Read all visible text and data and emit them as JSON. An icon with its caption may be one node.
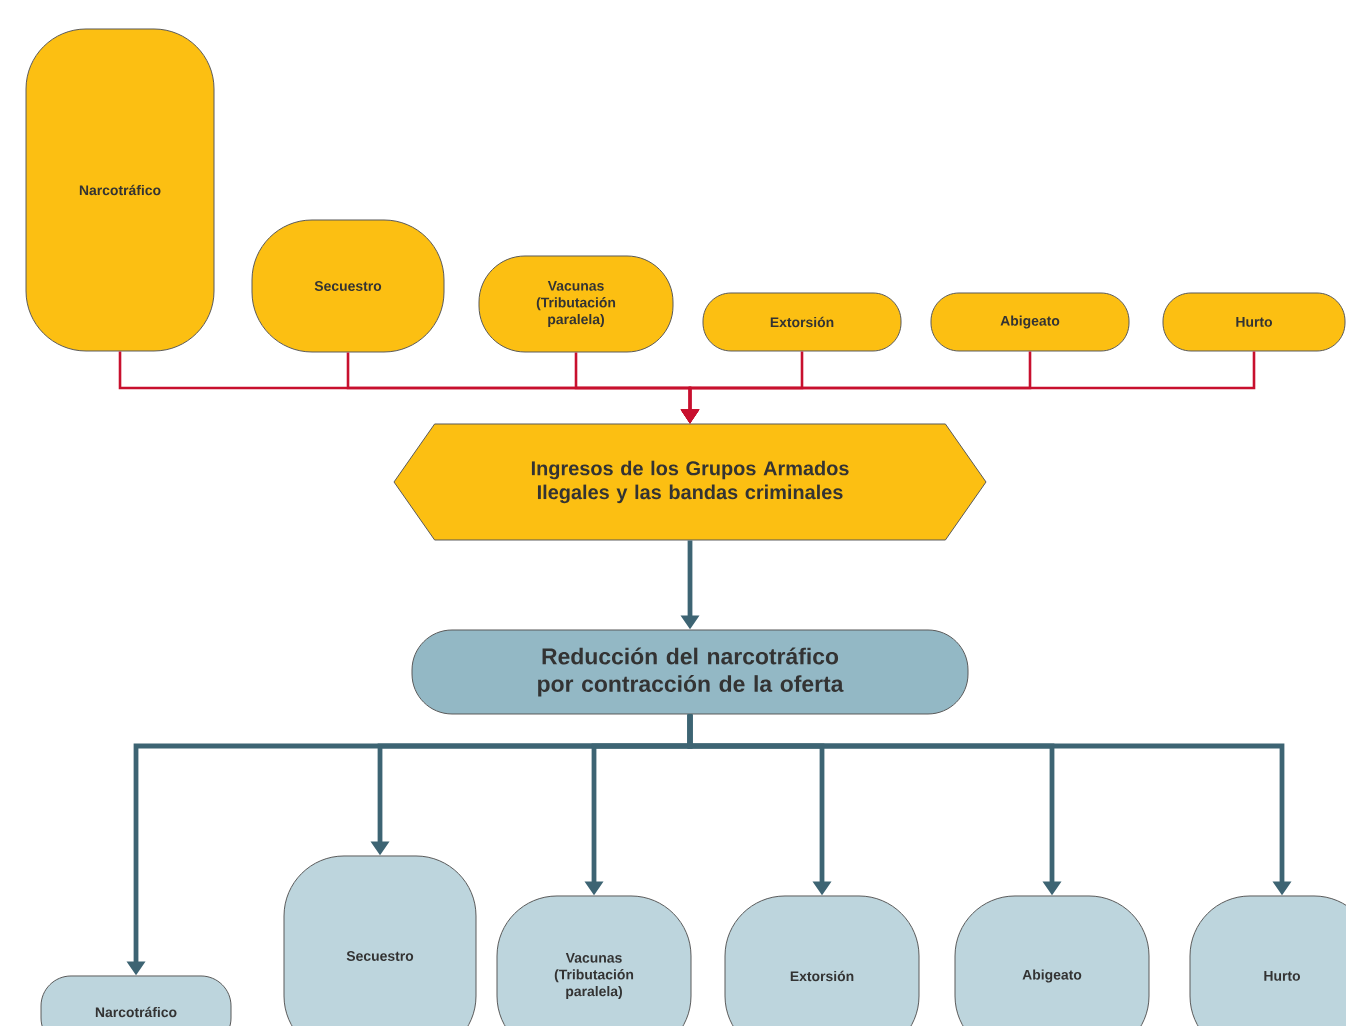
{
  "diagram": {
    "nodes": [
      {
        "text": [
          "Narcotráfico"
        ]
      },
      {
        "text": [
          "Secuestro"
        ]
      },
      {
        "text": [
          "Vacunas (Tributación paralela)"
        ]
      },
      {
        "text": [
          "Extorsión"
        ]
      },
      {
        "text": [
          "Abigeato"
        ]
      },
      {
        "text": [
          "Hurto"
        ]
      },
      {
        "text": [
          "Ingresos de los Grupos Armados Ilegales y las bandas criminales"
        ]
      },
      {
        "text": [
          "Reducción del narcotráfico por contracción de la oferta"
        ]
      },
      {
        "text": [
          "Narcotráfico"
        ]
      },
      {
        "text": [
          "Secuestro"
        ]
      },
      {
        "text": [
          "Vacunas (Tributación paralela)"
        ]
      },
      {
        "text": [
          "Extorsión"
        ]
      },
      {
        "text": [
          "Abigeato"
        ]
      },
      {
        "text": [
          "Hurto"
        ]
      }
    ],
    "edges": [
      {
        "from": 0,
        "to": 6,
        "arrow": "to",
        "color": "#c8102e"
      },
      {
        "from": 1,
        "to": 6,
        "arrow": "to",
        "color": "#c8102e"
      },
      {
        "from": 2,
        "to": 6,
        "arrow": "to",
        "color": "#c8102e"
      },
      {
        "from": 3,
        "to": 6,
        "arrow": "to",
        "color": "#c8102e"
      },
      {
        "from": 4,
        "to": 6,
        "arrow": "to",
        "color": "#c8102e"
      },
      {
        "from": 5,
        "to": 6,
        "arrow": "to",
        "color": "#c8102e"
      },
      {
        "from": 6,
        "to": 7,
        "arrow": "to"
      },
      {
        "from": 7,
        "to": 8,
        "arrow": "to"
      },
      {
        "from": 7,
        "to": 9,
        "arrow": "to"
      },
      {
        "from": 7,
        "to": 10,
        "arrow": "to"
      },
      {
        "from": 7,
        "to": 11,
        "arrow": "to"
      },
      {
        "from": 7,
        "to": 12,
        "arrow": "to"
      },
      {
        "from": 7,
        "to": 13,
        "arrow": "to"
      }
    ]
  }
}
